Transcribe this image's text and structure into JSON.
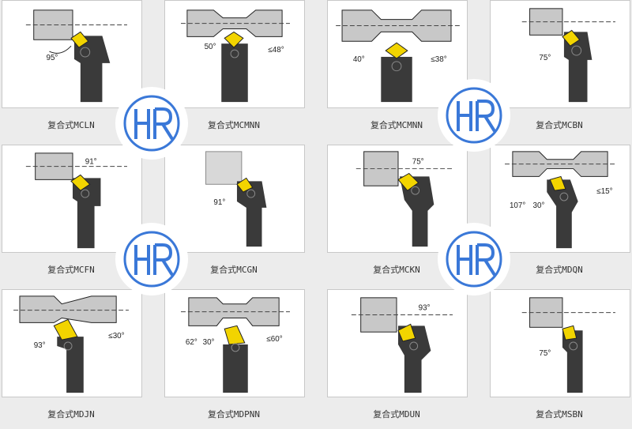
{
  "items": [
    {
      "label": "复合式MCLN",
      "angles": [
        "95°"
      ]
    },
    {
      "label": "复合式MCMNN",
      "angles": [
        "50°",
        "≤48°"
      ]
    },
    {
      "label": "复合式MCMNN",
      "angles": [
        "40°",
        "≤38°"
      ]
    },
    {
      "label": "复合式MCBN",
      "angles": [
        "75°"
      ]
    },
    {
      "label": "复合式MCFN",
      "angles": [
        "91°"
      ]
    },
    {
      "label": "复合式MCGN",
      "angles": [
        "91°"
      ]
    },
    {
      "label": "复合式MCKN",
      "angles": [
        "75°"
      ]
    },
    {
      "label": "复合式MDQN",
      "angles": [
        "107°",
        "30°",
        "≤15°"
      ]
    },
    {
      "label": "复合式MDJN",
      "angles": [
        "93°",
        "≤30°"
      ]
    },
    {
      "label": "复合式MDPNN",
      "angles": [
        "62°",
        "30°",
        "≤60°"
      ]
    },
    {
      "label": "复合式MDUN",
      "angles": [
        "93°"
      ]
    },
    {
      "label": "复合式MSBN",
      "angles": [
        "75°"
      ]
    }
  ],
  "watermark": {
    "text": "HR",
    "color": "#3a78d8"
  },
  "colors": {
    "insert": "#f2d400",
    "workpiece": "#c8c8c8",
    "holder": "#3a3a3a"
  }
}
